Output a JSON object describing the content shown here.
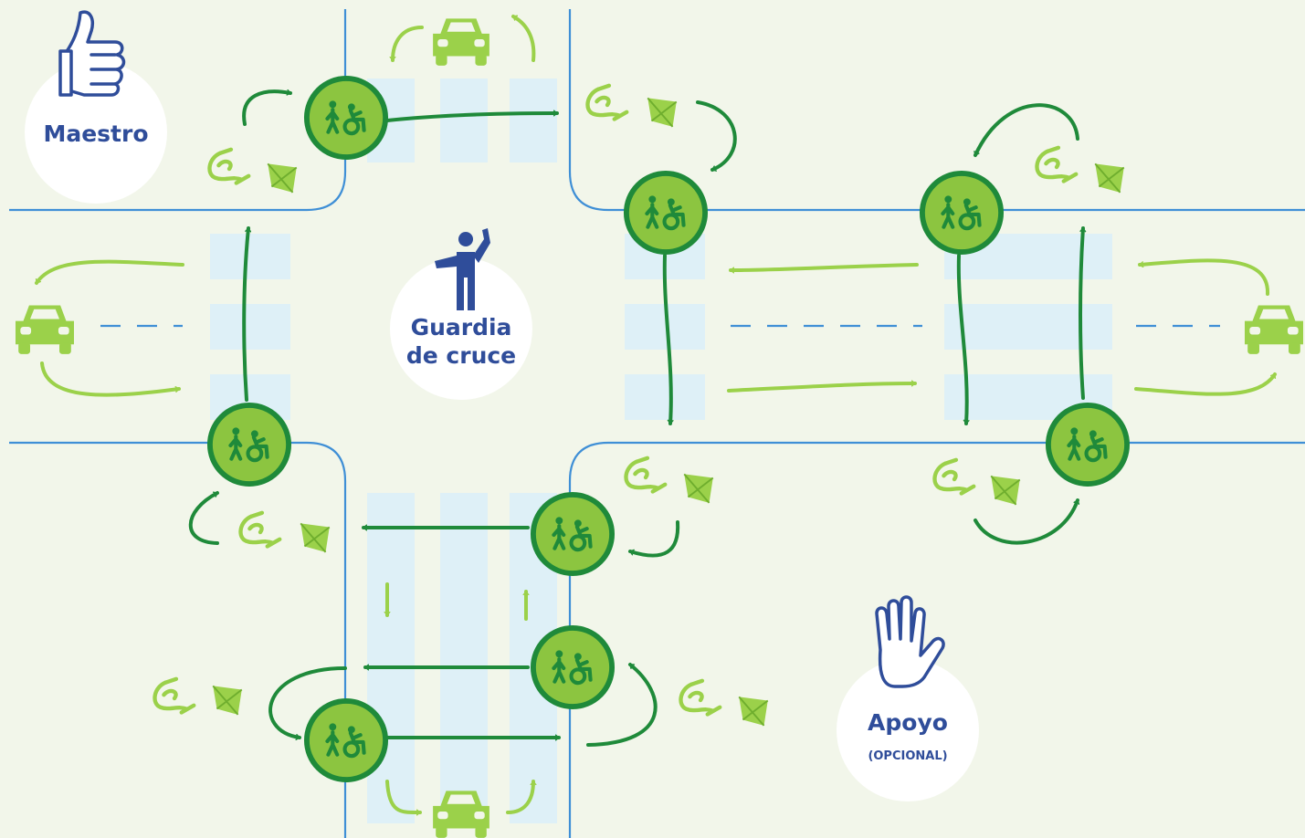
{
  "roles": {
    "teacher": "Maestro",
    "guard_line1": "Guardia",
    "guard_line2": "de cruce",
    "support": "Apoyo",
    "support_note": "(OPCIONAL)"
  },
  "colors": {
    "background": "#f2f6ea",
    "road_line": "#3f8fd6",
    "crosswalk": "#def0f7",
    "node_fill": "#8cc540",
    "node_ring": "#1f8a3a",
    "arrow_dark": "#1f8a3a",
    "arrow_light": "#9bd14a",
    "role_text": "#2f4d9a",
    "badge": "#ffffff"
  },
  "icons": [
    "thumbs-up-icon",
    "crossing-guard-icon",
    "stop-hand-icon",
    "pedestrian-wheelchair-icon",
    "car-icon",
    "jump-rope-icon",
    "kite-icon"
  ]
}
